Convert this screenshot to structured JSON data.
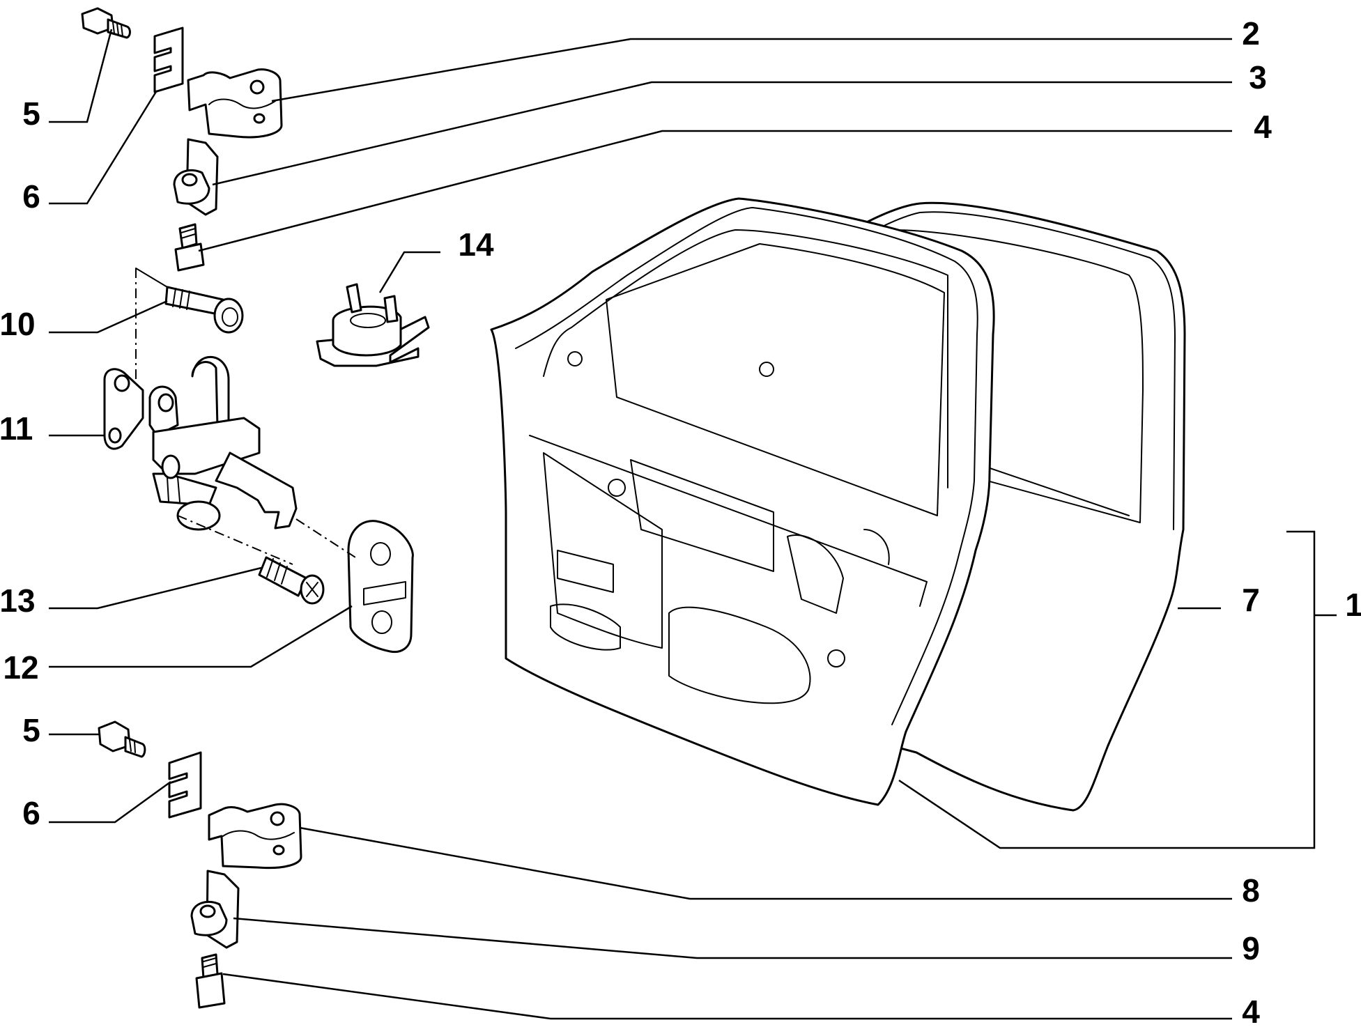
{
  "callouts": [
    {
      "id": "c2",
      "text": "2"
    },
    {
      "id": "c3",
      "text": "3"
    },
    {
      "id": "c4a",
      "text": "4"
    },
    {
      "id": "c14",
      "text": "14"
    },
    {
      "id": "c5a",
      "text": "5"
    },
    {
      "id": "c6a",
      "text": "6"
    },
    {
      "id": "c10",
      "text": "10"
    },
    {
      "id": "c11",
      "text": "11"
    },
    {
      "id": "c13",
      "text": "13"
    },
    {
      "id": "c12",
      "text": "12"
    },
    {
      "id": "c5b",
      "text": "5"
    },
    {
      "id": "c6b",
      "text": "6"
    },
    {
      "id": "c7",
      "text": "7"
    },
    {
      "id": "c1",
      "text": "1"
    },
    {
      "id": "c8",
      "text": "8"
    },
    {
      "id": "c9",
      "text": "9"
    },
    {
      "id": "c4b",
      "text": "4"
    }
  ]
}
